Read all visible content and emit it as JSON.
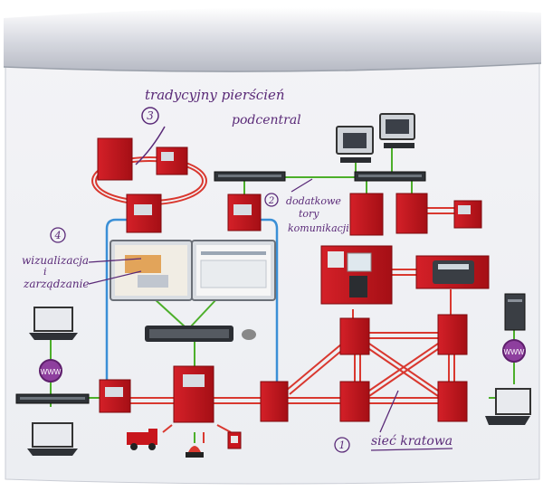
{
  "annotations": {
    "n3": "3",
    "ring_line1": "tradycyjny pierścień",
    "ring_line2": "podcentral",
    "n2": "2",
    "extra_line1": "dodatkowe",
    "extra_line2": "tory",
    "extra_line3": "komunikacji",
    "n4": "4",
    "vis_line1": "wizualizacja",
    "vis_line2": "i",
    "vis_line3": "zarządzanie",
    "n1": "1",
    "mesh_label": "sieć kratowa"
  },
  "icons": {
    "www_left": "WWW",
    "www_right": "WWW"
  },
  "colors": {
    "panel_red": "#c8161d",
    "panel_dark": "#9e0f14",
    "network_green": "#4caf2a",
    "blue_loop": "#3a8fd6",
    "red_link": "#d9382f",
    "handwriting": "#5a2a78"
  }
}
